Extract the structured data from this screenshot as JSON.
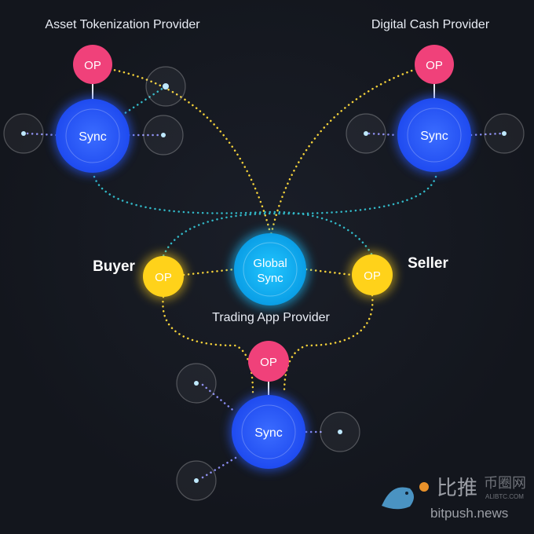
{
  "labels": {
    "asset_provider": "Asset Tokenization Provider",
    "cash_provider": "Digital Cash Provider",
    "buyer": "Buyer",
    "seller": "Seller",
    "trading_provider": "Trading App Provider"
  },
  "nodes": {
    "op": "OP",
    "sync": "Sync",
    "global_line1": "Global",
    "global_line2": "Sync"
  },
  "watermark": {
    "logo_cn": "比推",
    "site": "bitpush.news",
    "second_cn": "币圈网",
    "second_site": "ALIBTC.COM"
  },
  "colors": {
    "op_pink": "#f0417a",
    "sync_blue": "#2a5bff",
    "global_cyan": "#1ab8f5",
    "op_yellow": "#ffd21a",
    "dot_yellow": "#f5d23a",
    "dot_teal": "#32b9c8"
  }
}
